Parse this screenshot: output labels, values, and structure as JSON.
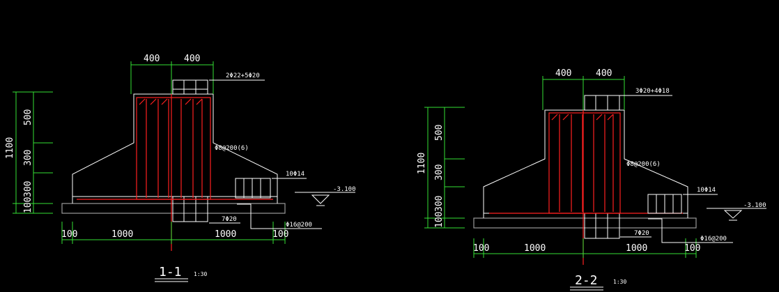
{
  "section_1": {
    "title": "1-1",
    "scale": "1:30",
    "top_dims": [
      "400",
      "400"
    ],
    "vertical_dims": [
      "500",
      "300",
      "300",
      "100"
    ],
    "total_height": "1100",
    "bottom_dims": [
      "100",
      "1000",
      "1000",
      "100"
    ],
    "notes": {
      "top_bar": "2Φ22+5Φ20",
      "stirrup": "Φ8@200(6)",
      "side_bar": "10Φ14",
      "elevation": "-3.100",
      "bottom_bar": "7Φ20",
      "dist_bar": "Φ16@200"
    }
  },
  "section_2": {
    "title": "2-2",
    "scale": "1:30",
    "top_dims": [
      "400",
      "400"
    ],
    "vertical_dims": [
      "500",
      "300",
      "300",
      "100"
    ],
    "total_height": "1100",
    "bottom_dims": [
      "100",
      "1000",
      "1000",
      "100"
    ],
    "notes": {
      "top_bar": "3Φ20+4Φ18",
      "stirrup": "Φ8@200(6)",
      "side_bar": "10Φ14",
      "elevation": "-3.100",
      "bottom_bar": "7Φ20",
      "dist_bar": "Φ16@200"
    }
  }
}
